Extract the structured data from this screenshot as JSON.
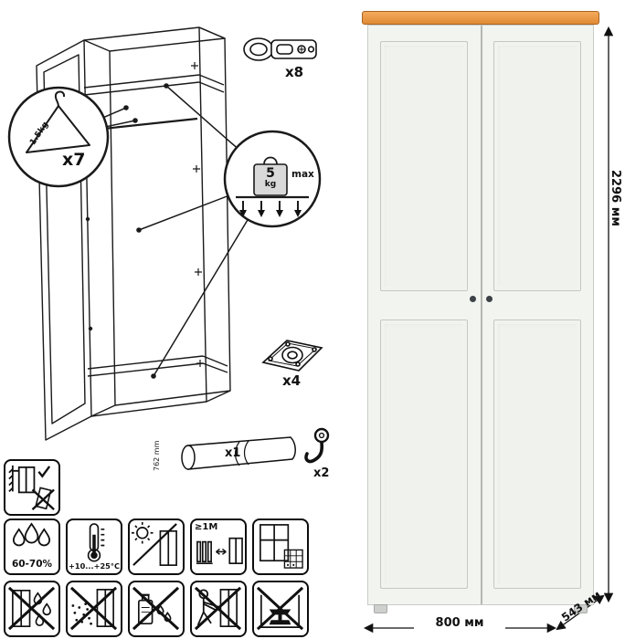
{
  "callouts": {
    "hanger": {
      "count": "x7",
      "capacity": "1.5kg"
    },
    "load": {
      "value": "5",
      "unit": "kg",
      "note": "max"
    },
    "hinge": {
      "count": "x8"
    },
    "caster": {
      "count": "x4"
    },
    "rod": {
      "count": "x1",
      "length": "762 mm"
    },
    "hook": {
      "count": "x2"
    }
  },
  "dimensions": {
    "height": "2296 мм",
    "width": "800 мм",
    "depth": "543 мм"
  },
  "care": {
    "humidity": "60-70%",
    "temperature": "+10...+25°C",
    "min_distance": "≥1M"
  },
  "colors": {
    "wood_top": "#E08A34",
    "door_face": "#F2F4F0",
    "knob": "#3C4146",
    "line": "#1A1A1A"
  }
}
